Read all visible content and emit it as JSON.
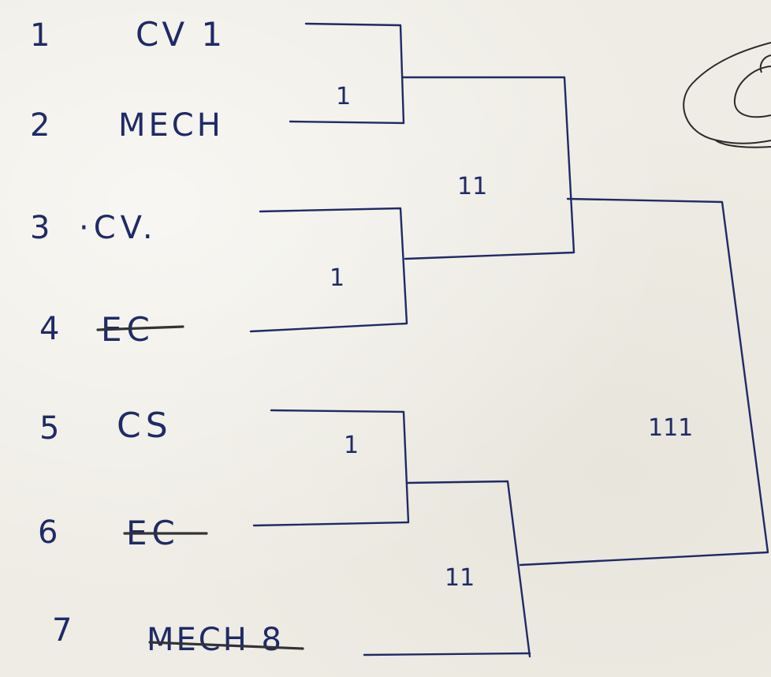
{
  "entries": [
    {
      "num": "1",
      "name": "CV 1"
    },
    {
      "num": "2",
      "name": "MECH"
    },
    {
      "num": "3",
      "name": "·CV."
    },
    {
      "num": "4",
      "name": "EC"
    },
    {
      "num": "5",
      "name": "CS"
    },
    {
      "num": "6",
      "name": "EC"
    },
    {
      "num": "7",
      "name": "MECH 8"
    }
  ],
  "round_marks": {
    "r1_a": "1",
    "r1_b": "1",
    "r1_c": "1",
    "r2_a": "11",
    "r2_b": "11",
    "r3": "111"
  }
}
